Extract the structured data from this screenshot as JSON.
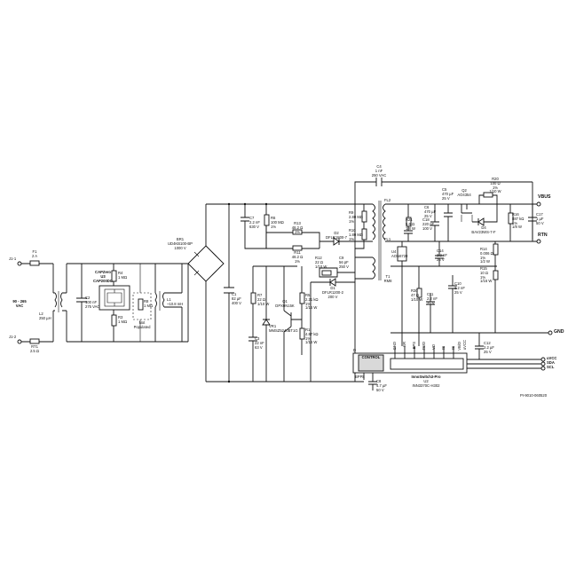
{
  "labels": {
    "j1_1": "J1-1",
    "j1_2": "J1-2",
    "vac": "90 - 265\nVAC",
    "f1": "F1\n2 A",
    "rt1": "RT1\n2.5 Ω",
    "l2": "L2\n250 µH",
    "c2": "C2\n100 nF\n275 VAC",
    "u3": "CAPZero\nU3\nCAP200DG",
    "r4": "R4\n1 MΩ",
    "r3": "R3\n1 MΩ",
    "r8": "R8\n1 MΩ",
    "not_populated": "Not\nPopulated",
    "l1": "L1\n~10.8 mH",
    "br1": "BR1\nUD4KB100-BP\n1000 V",
    "c1": "C1\n82 µF\n400 V",
    "c7": "C7\n2.2 nF\n630 V",
    "r6": "R6\n100 MΩ\n1%",
    "r7": "R7\n22 Ω\n1/10 W",
    "c3": "C3\n22 nF\n63 V",
    "vr1": "VR1\nMMSZ5240BT1G",
    "q1": "Q1\nDPX0N15K",
    "r5": "R5\n2.21 kΩ\n1%\n1/16 W",
    "r1": "R1\n4.87 kΩ\n1%\n1/16 W",
    "r13": "R13\n48.2 Ω\n1%",
    "r11": "R11\n48.2 Ω\n1%",
    "d2": "D2\nDFLR1800-7",
    "r12": "R12\n22 Ω\n1/10 W",
    "c9": "C9\n56 pF\n250 V",
    "d1": "D1\nDFLR1200-2\n200 V",
    "r9": "R9\n2.80 MΩ\n1%",
    "r10": "R10\n1.80 MΩ\n1%",
    "c4": "C4\n1 nF\n250 VAC",
    "t1": "T1\nRM8",
    "fl1": "FL2",
    "fl2": "FL1",
    "c18": "C18\n220 pF\n100 V",
    "r21": "R21\n5.6 Ω\n1/8 W",
    "c6": "C6\n470 µF\n25 V",
    "c5": "C5\n470 µF\n25 V",
    "u4": "U4\nAON6720",
    "c14": "C14\n2.2 nF\n25 V",
    "r30": "R30\n47 Ω\n1/10 W",
    "c11": "C11\n2.2 nF\n25 V",
    "c10": "C10\n2.2 nF\n25 V",
    "q2": "Q2\nAO4354",
    "r20": "R20\n100 Ω\n1%\n1/10 W",
    "d4": "D4\nBAV23WS-7-F",
    "r16": "R16\n887 kΩ\n1%\n1/8 W",
    "r14": "R14\n0.006 Ω\n1%\n1/2 W",
    "r15": "R15\n10 Ω\n1%\n1/16 W",
    "c17": "C17\n1 µF\n50 V",
    "c12": "C12\n2.2 µF\n25 V",
    "c8": "C8\n4.7 µF\n50 V",
    "vbus": "VBUS",
    "rtn": "RTN",
    "gnd": "GND",
    "avcc": "uVCC",
    "sda": "SDA",
    "scl": "SCL",
    "u2_name": "InnoSwitch3-Pro",
    "u2_part": "U2\nINN3370C-H302",
    "control": "CONTROL",
    "bpp": "BPP",
    "d": "D",
    "s": "S",
    "pins": [
      "GND",
      "SR",
      "BPS",
      "FWD",
      "VO",
      "IS",
      "IS",
      "VB/D",
      "uVCC"
    ],
    "ref": "PI-9010-060520"
  }
}
